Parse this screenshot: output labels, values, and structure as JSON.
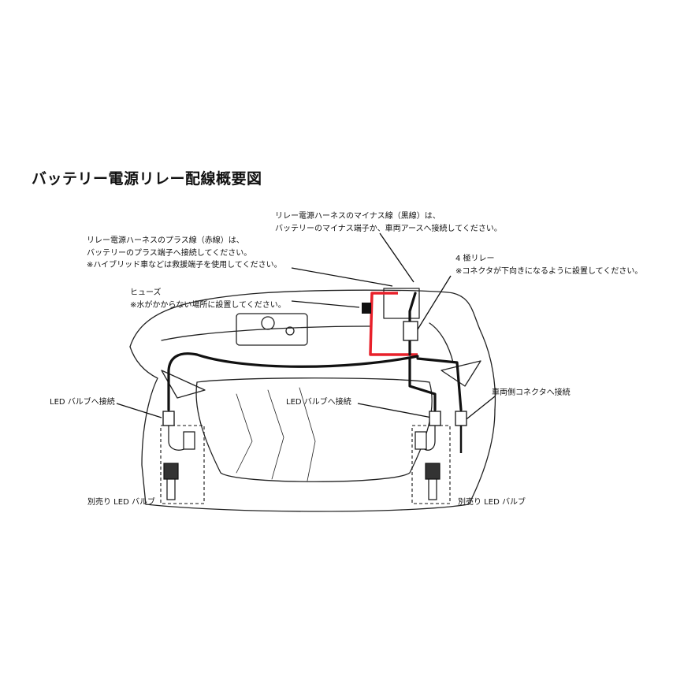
{
  "title": "バッテリー電源リレー配線概要図",
  "labels": {
    "minus_wire": [
      "リレー電源ハーネスのマイナス線（黒線）は、",
      "バッテリーのマイナス端子か、車両アースへ接続してください。"
    ],
    "plus_wire": [
      "リレー電源ハーネスのプラス線（赤線）は、",
      "バッテリーのプラス端子へ接続してください。",
      "※ハイブリッド車などは救援端子を使用してください。"
    ],
    "relay": [
      "4 極リレー",
      "※コネクタが下向きになるように設置してください。"
    ],
    "fuse": [
      "ヒューズ",
      "※水がかからない場所に設置してください。"
    ],
    "led_connect_left": "LED バルブへ接続",
    "led_connect_center": "LED バルブへ接続",
    "vehicle_connector": "車両側コネクタへ接続",
    "bulb_left": "別売り LED バルブ",
    "bulb_right": "別売り LED バルブ"
  },
  "colors": {
    "plus_wire": "#e8202a",
    "minus_wire": "#111111",
    "outline": "#222222"
  }
}
